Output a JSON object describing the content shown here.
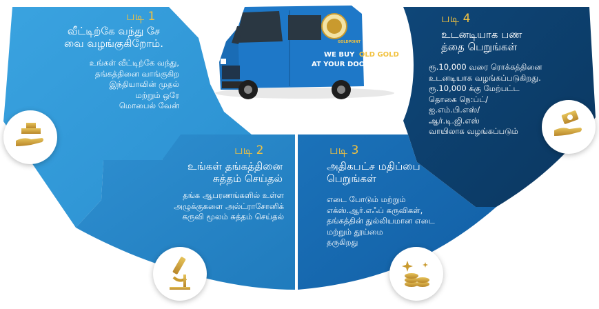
{
  "colors": {
    "panel1": "#2c95d6",
    "panel2": "#2784c6",
    "panel3": "#1769b1",
    "panel4": "#0f3d6a",
    "step_label": "#f2c240",
    "gold": "#c99a2e"
  },
  "steps": [
    {
      "label": "படி 1",
      "heading": "வீட்டிற்கே வந்து சே\nவை வழங்குகிறோம்.",
      "body": "உங்கள் வீட்டிற்கே வந்து,\nதங்கத்தினை வாங்குகிற\nஇந்தியாவின் முதல்\nமற்றும் ஒரே\nமொபைல் வேன்",
      "icon": "gold-bars-hand-icon"
    },
    {
      "label": "படி 2",
      "heading": "உங்கள் தங்கத்தினை\nசுத்தம் செய்தல்",
      "body": "தங்க ஆபரணங்களில் உள்ள\nஅழுக்குகளை அல்ட்ராசோனிக்\nகருவி மூலம் சுத்தம் செய்தல்",
      "icon": "microscope-icon"
    },
    {
      "label": "படி 3",
      "heading": "அதிகபட்ச மதிப்பை\nபெறுங்கள்",
      "body": "எடை போடும் மற்றும்\nஎக்ஸ்.ஆர்.எஃப் கருவிகள்,\nதங்கத்தின் துல்லியமான எடை\nமற்றும் தூய்மை\nதருகிறது",
      "icon": "gold-coins-icon"
    },
    {
      "label": "படி 4",
      "heading": "உடனடியாக பண\nத்தை பெறுங்கள்",
      "body": "ரூ.10,000 வரை ரொக்கத்தினை\nஉடனடியாக வழங்கப்படுகிறது.\nரூ.10,000 க்கு மேற்பட்ட\nதொகை நெ:ப்ட்/\nஐ.எம்.பி.எஸ்/\nஆர்.டி.ஜி.எஸ்\nவாயிலாக வழங்கப்படும்",
      "icon": "cash-hand-icon"
    }
  ],
  "van": {
    "brand": "GOLDPOINT",
    "banner_line1_a": "WE BUY",
    "banner_line1_b": "OLD GOLD",
    "banner_line2": "AT YOUR DOORSTEP"
  }
}
